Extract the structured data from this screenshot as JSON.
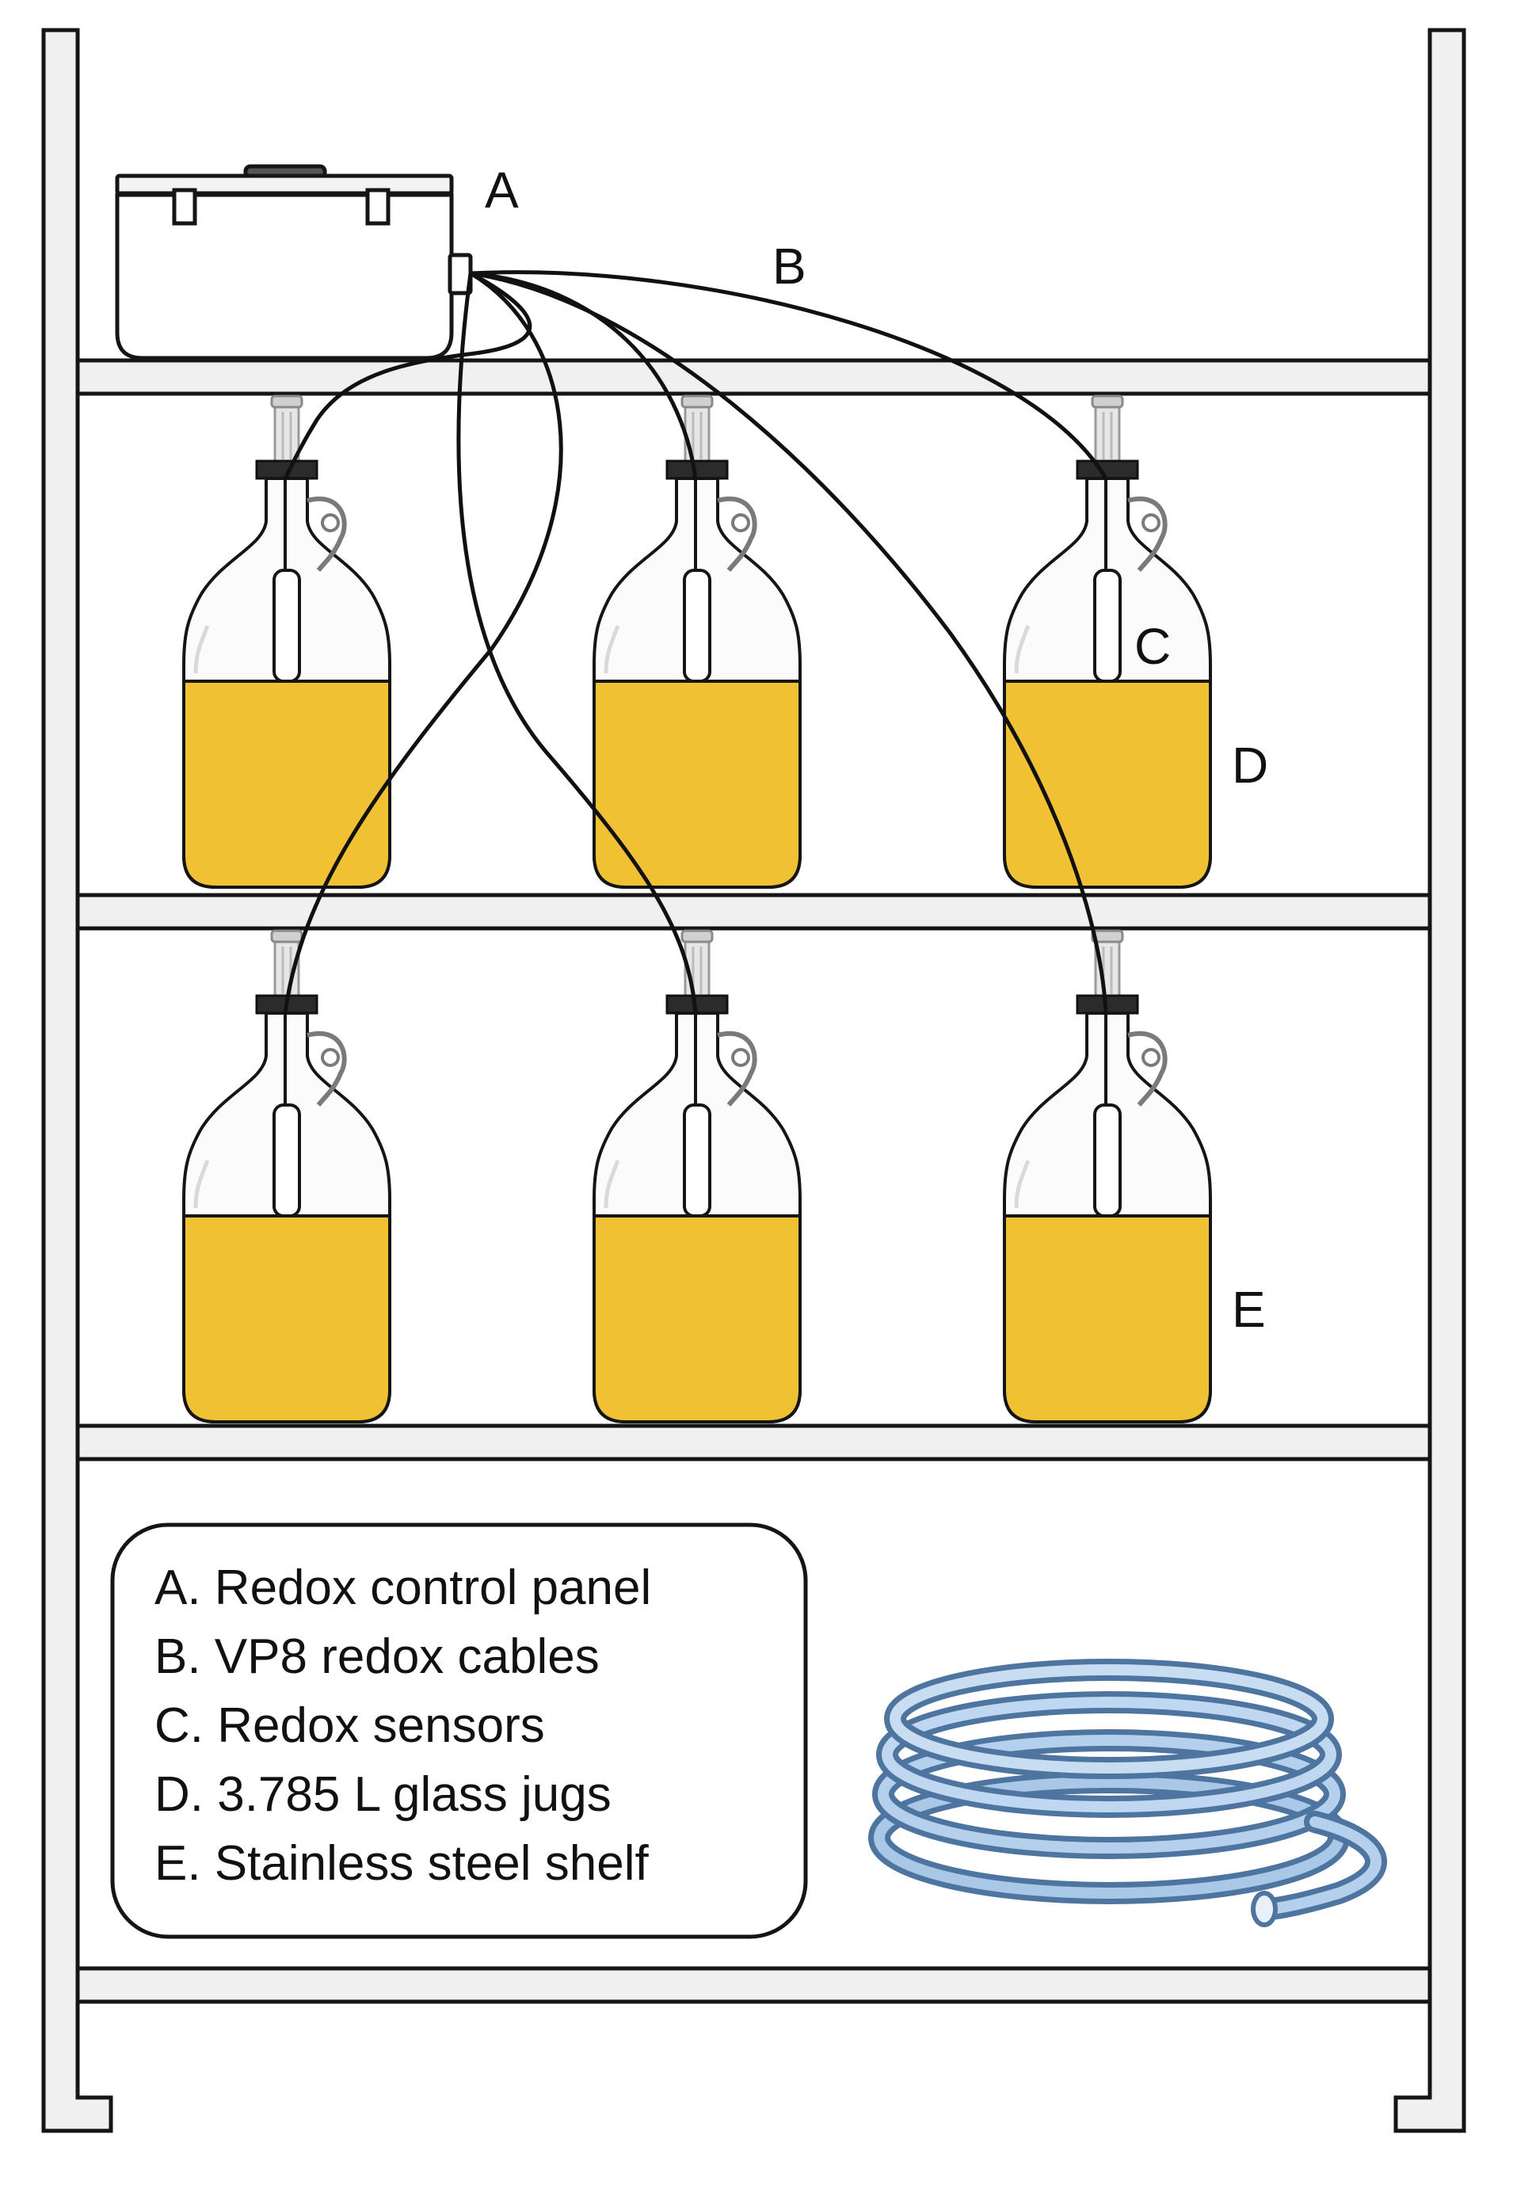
{
  "labels": {
    "a": "A",
    "b": "B",
    "c": "C",
    "d": "D",
    "e": "E"
  },
  "legend": {
    "items": [
      "A. Redox control panel",
      "B. VP8 redox cables",
      "C. Redox sensors",
      "D. 3.785 L glass jugs",
      "E. Stainless steel shelf"
    ]
  },
  "colors": {
    "liquid": "#F0C233",
    "shelf_fill": "#F0F0F0",
    "outline": "#111111",
    "tubing": "#7FA6CF",
    "airlock": "#D8D8D8"
  }
}
